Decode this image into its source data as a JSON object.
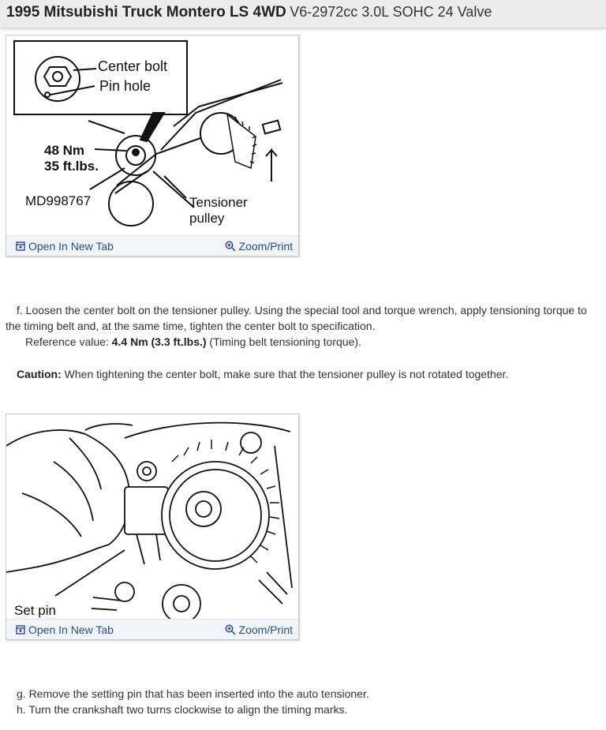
{
  "header": {
    "make_model": "1995 Mitsubishi Truck Montero LS 4WD",
    "engine": "V6-2972cc 3.0L SOHC 24 Valve"
  },
  "figure1": {
    "labels": {
      "center_bolt": "Center bolt",
      "pin_hole": "Pin hole",
      "torque_nm": "48 Nm",
      "torque_ftlbs": "35 ft.lbs.",
      "tool": "MD998767",
      "tensioner_1": "Tensioner",
      "tensioner_2": "pulley"
    },
    "open_label": "Open In New Tab",
    "zoom_label": "Zoom/Print"
  },
  "step_f": {
    "line1": "f. Loosen the center bolt on the tensioner pulley. Using the special tool and torque wrench, apply tensioning torque to",
    "line2": "the timing belt and, at the same time, tighten the center bolt to specification.",
    "ref_prefix": "Reference value: ",
    "ref_value": "4.4 Nm (3.3 ft.lbs.)",
    "ref_suffix": " (Timing belt tensioning torque)."
  },
  "caution": {
    "label": "Caution:",
    "text": " When tightening the center bolt, make sure that the tensioner pulley is not rotated together."
  },
  "figure2": {
    "labels": {
      "set_pin": "Set pin"
    },
    "open_label": "Open In New Tab",
    "zoom_label": "Zoom/Print"
  },
  "step_g": "g. Remove the setting pin that has been inserted into the auto tensioner.",
  "step_h": "h. Turn the crankshaft two turns clockwise to align the timing marks."
}
